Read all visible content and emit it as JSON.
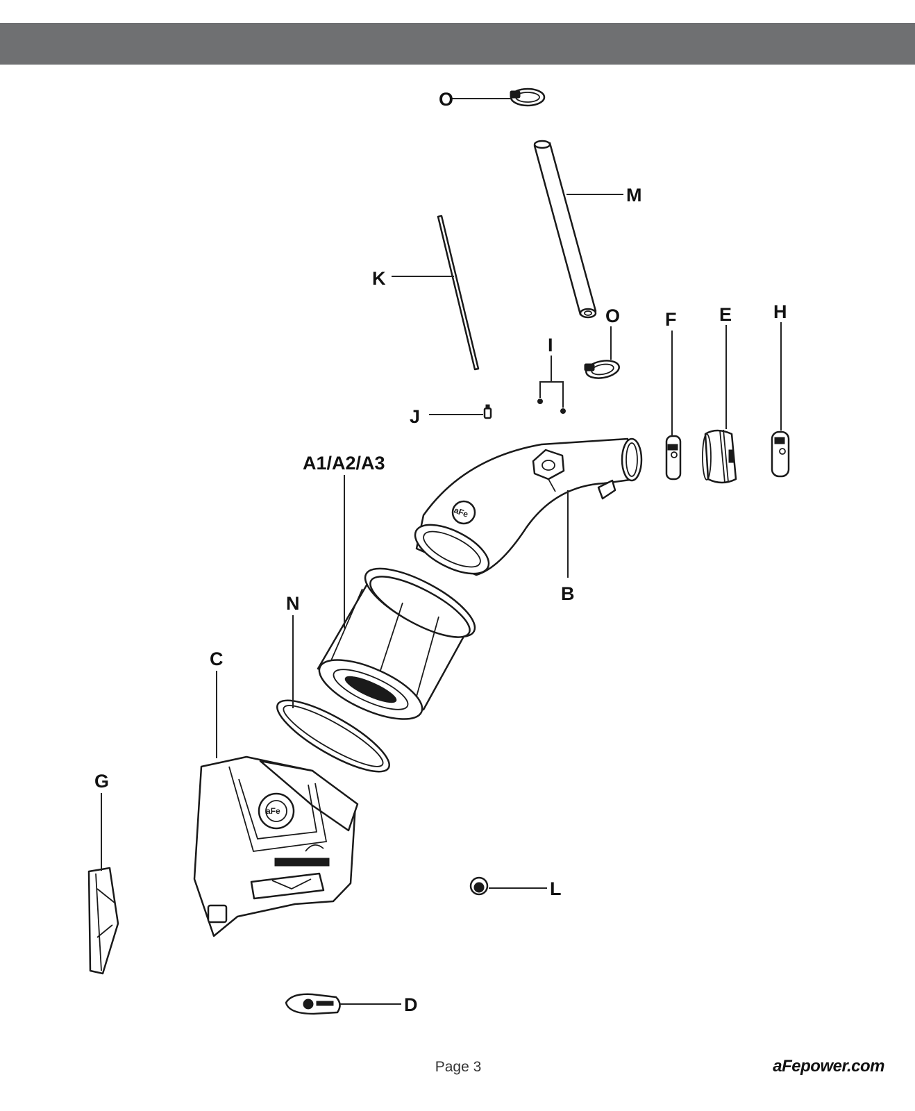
{
  "labels": {
    "O_top": "O",
    "M": "M",
    "K": "K",
    "O_mid": "O",
    "F": "F",
    "E": "E",
    "H": "H",
    "I": "I",
    "J": "J",
    "A": "A1/A2/A3",
    "B": "B",
    "N": "N",
    "C": "C",
    "G": "G",
    "L": "L",
    "D": "D"
  },
  "footer": {
    "page": "Page 3",
    "site": "aFepower.com"
  }
}
